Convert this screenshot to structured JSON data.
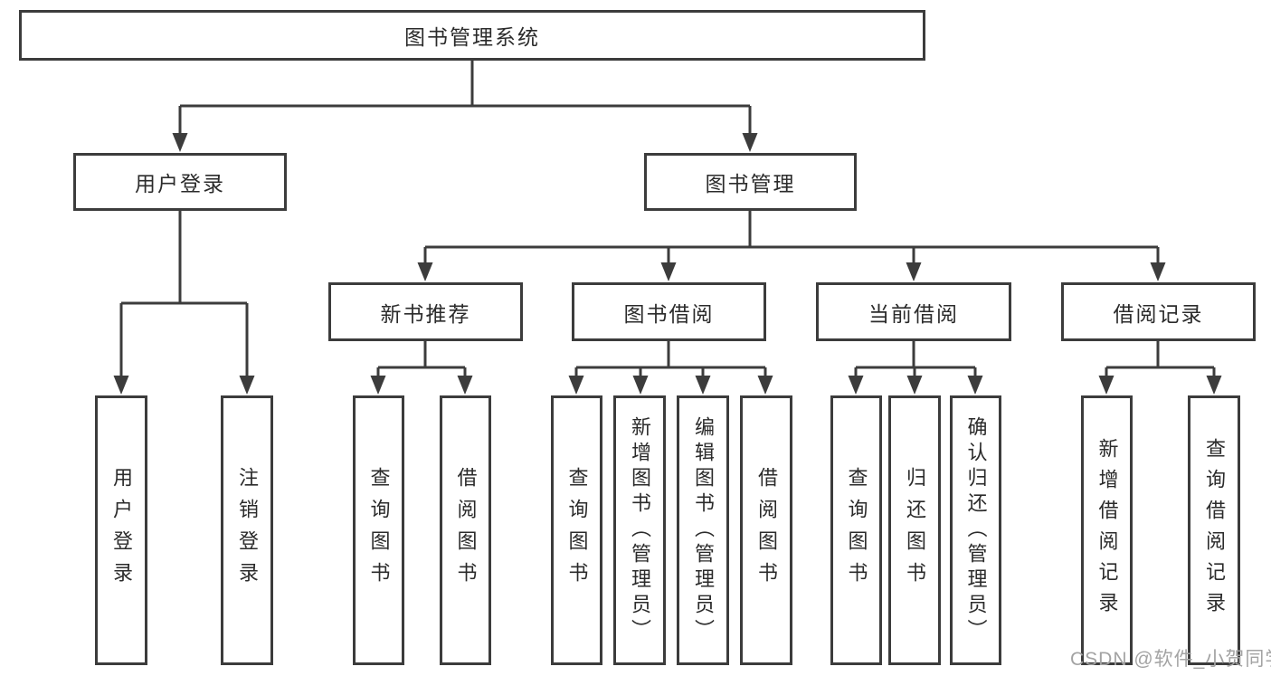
{
  "diagram": {
    "root": {
      "label": "图书管理系统"
    },
    "user_login": {
      "label": "用户登录",
      "children": {
        "login": {
          "label": "用户登录"
        },
        "logout": {
          "label": "注销登录"
        }
      }
    },
    "book_management": {
      "label": "图书管理",
      "children": {
        "new_book_recommend": {
          "label": "新书推荐",
          "children": {
            "query_books": {
              "label": "查询图书"
            },
            "borrow_books": {
              "label": "借阅图书"
            }
          }
        },
        "book_borrow": {
          "label": "图书借阅",
          "children": {
            "query_books": {
              "label": "查询图书"
            },
            "add_books_admin": {
              "label": "新增图书（管理员）"
            },
            "edit_books_admin": {
              "label": "编辑图书（管理员）"
            },
            "borrow_books": {
              "label": "借阅图书"
            }
          }
        },
        "current_borrow": {
          "label": "当前借阅",
          "children": {
            "query_books": {
              "label": "查询图书"
            },
            "return_books": {
              "label": "归还图书"
            },
            "confirm_return_admin": {
              "label": "确认归还（管理员）"
            }
          }
        },
        "borrow_records": {
          "label": "借阅记录",
          "children": {
            "add_borrow_record": {
              "label": "新增借阅记录"
            },
            "query_borrow_record": {
              "label": "查询借阅记录"
            }
          }
        }
      }
    }
  },
  "watermark": {
    "text": "CSDN @软件_小贺同学"
  },
  "colors": {
    "background": "#ffffff",
    "box_border": "#3c3c3c",
    "connector_line": "#3c3c3c",
    "node_text": "#2b2b2b",
    "watermark_text": "#a3a3a3"
  }
}
